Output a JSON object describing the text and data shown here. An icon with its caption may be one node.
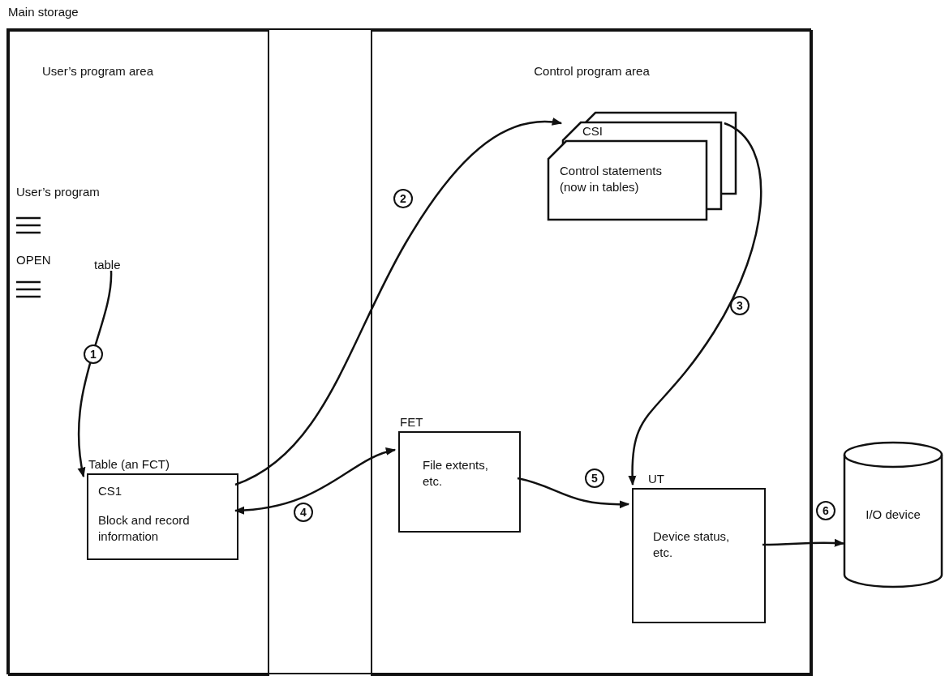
{
  "diagram": {
    "nodes": [
      {
        "text": [
          "Main storage"
        ]
      },
      {
        "text": [
          "User’s program area"
        ],
        "in": 0
      },
      {
        "text": [
          "Control program area"
        ],
        "in": 0
      },
      {
        "text": [
          "table"
        ],
        "in": 1
      },
      {
        "text": [
          "Table (an FCT)",
          "CS1",
          "Block and record information"
        ],
        "in": 1
      },
      {
        "text": [
          "CSI",
          "Control statements (now in tables)"
        ],
        "in": 2
      },
      {
        "text": [
          "FET",
          "File extents, etc."
        ],
        "in": 2
      },
      {
        "text": [
          "UT",
          "Device status, etc."
        ],
        "in": 2
      },
      {
        "text": [
          "I/O device"
        ]
      }
    ],
    "edges": [
      {
        "from": 3,
        "to": 4,
        "arrow": "to",
        "label": "1"
      },
      {
        "from": 4,
        "to": 5,
        "arrow": "to",
        "label": "2"
      },
      {
        "from": 5,
        "to": 7,
        "arrow": "to",
        "label": "3"
      },
      {
        "from": 4,
        "to": 6,
        "arrow": "both",
        "label": "4"
      },
      {
        "from": 6,
        "to": 7,
        "arrow": "to",
        "label": "5"
      },
      {
        "from": 7,
        "to": 8,
        "arrow": "to",
        "label": "6"
      }
    ],
    "labels": [
      "User’s program",
      "OPEN"
    ]
  }
}
